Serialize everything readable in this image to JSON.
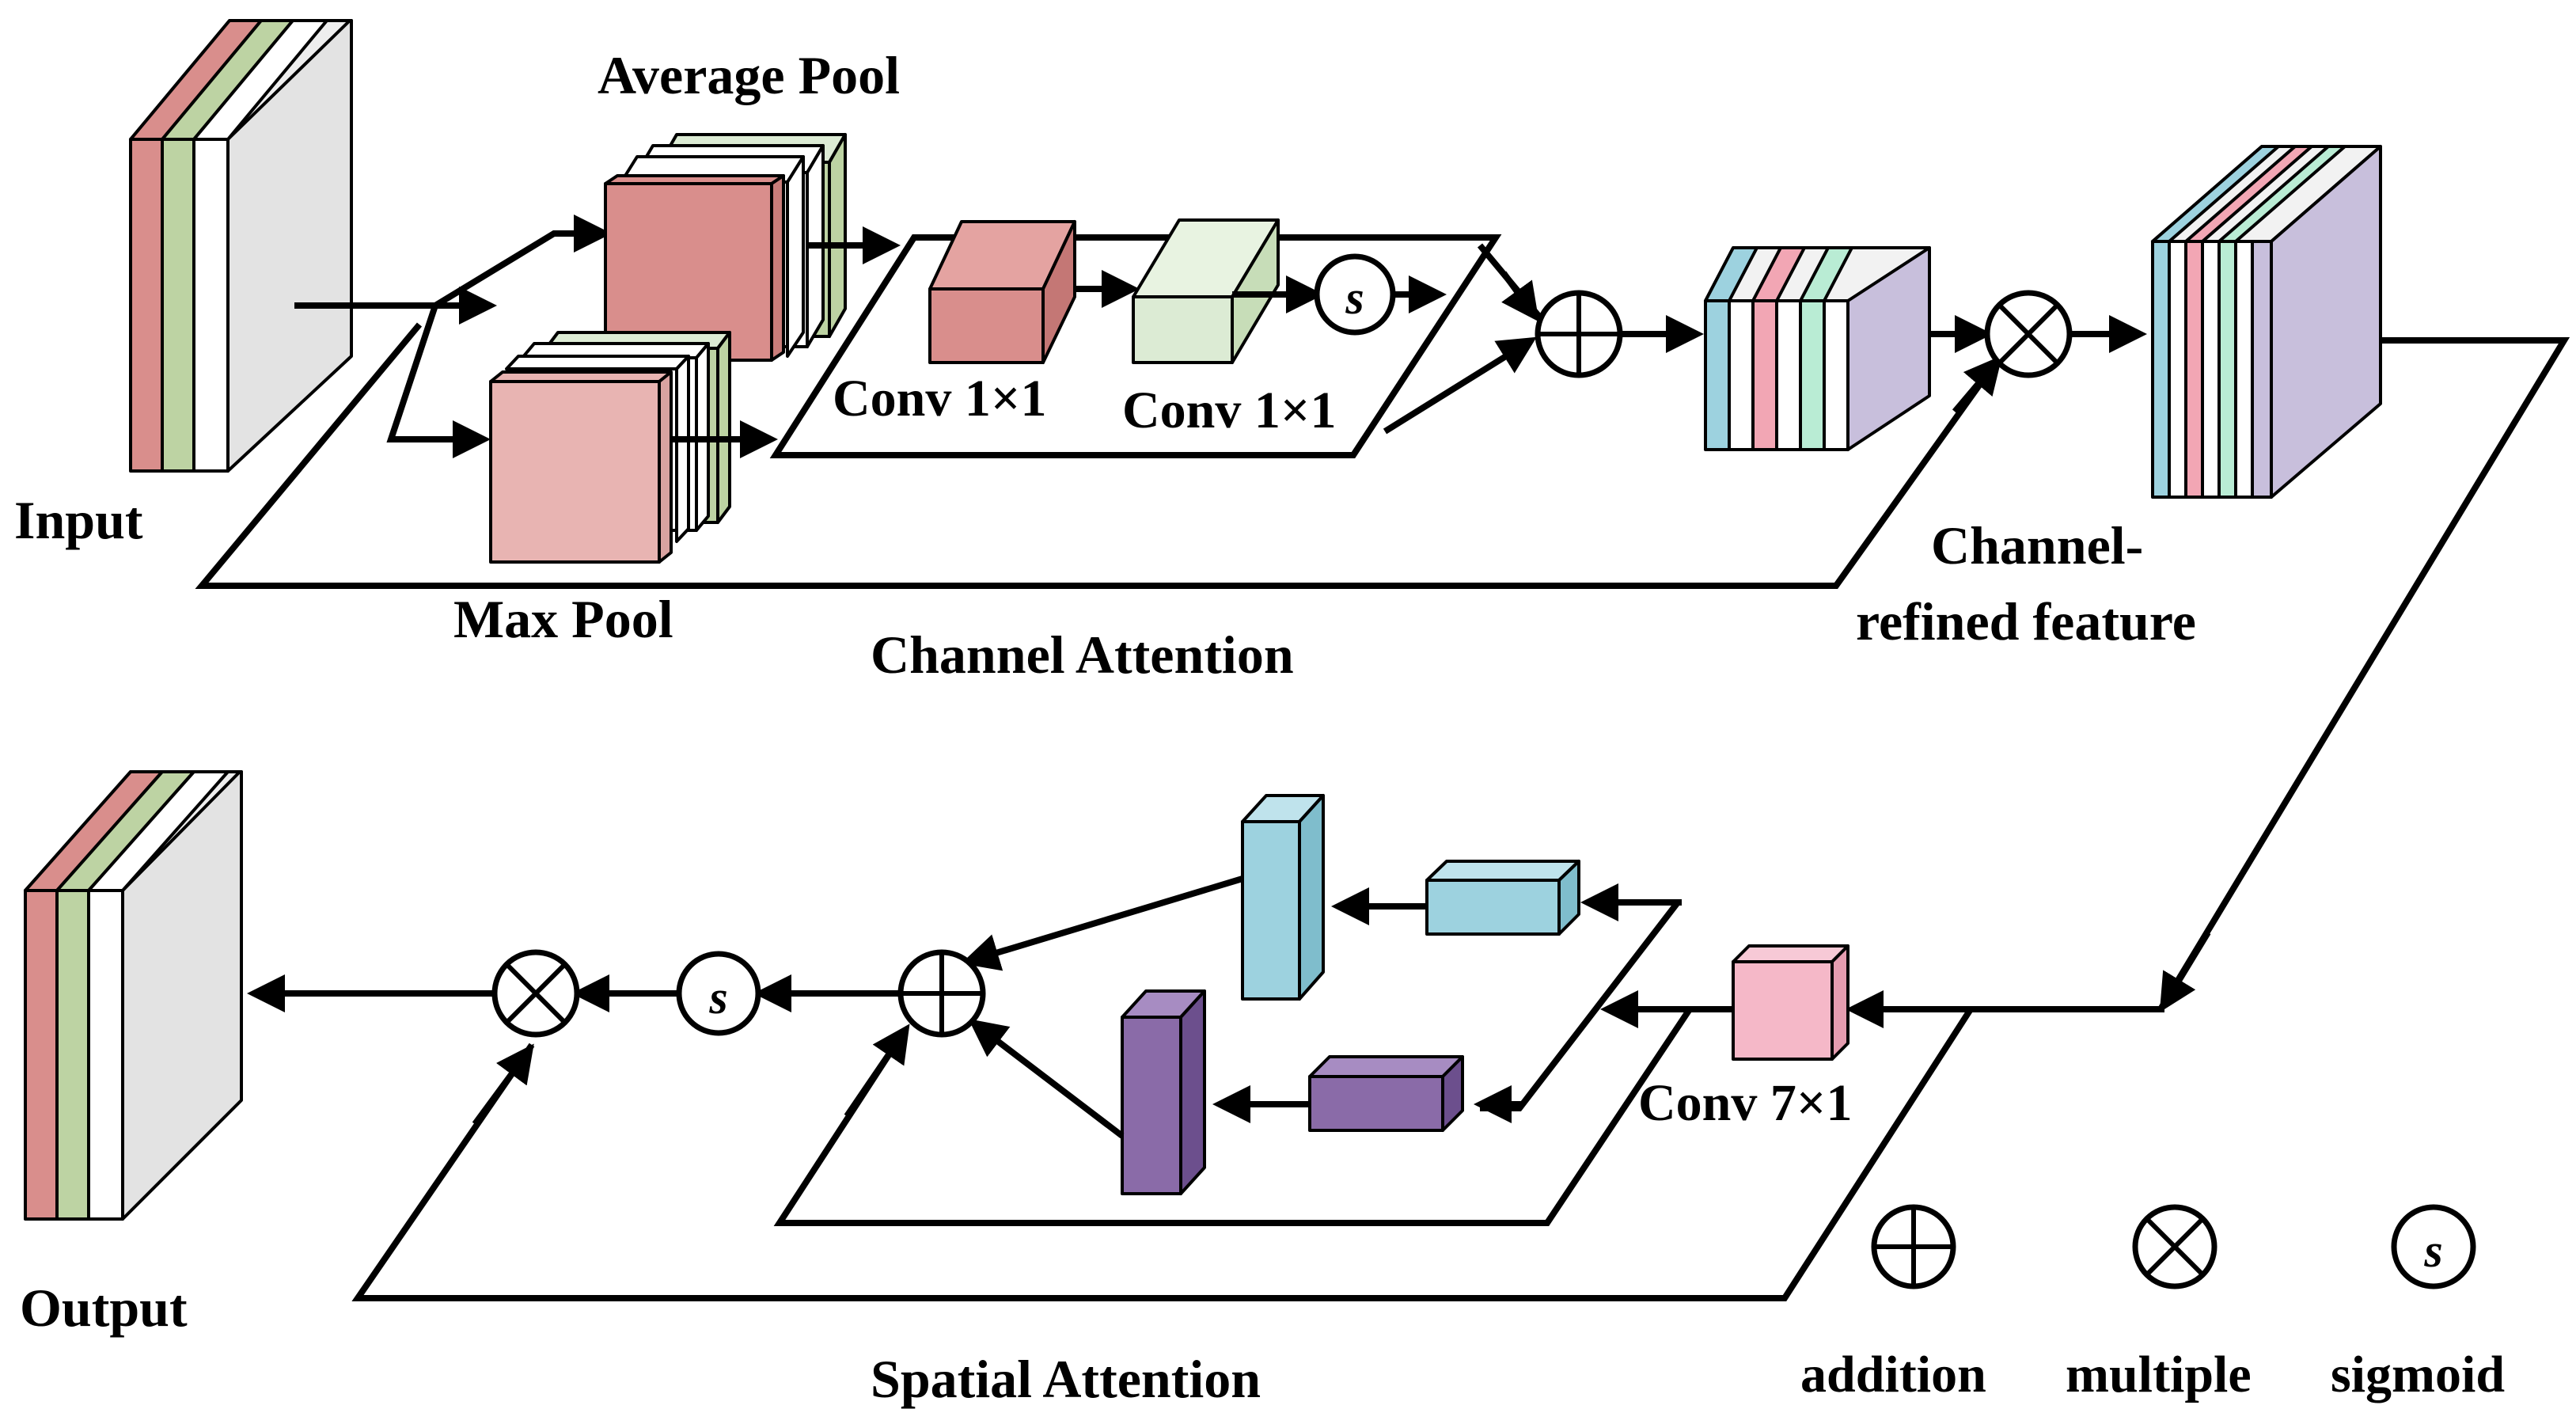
{
  "labels": {
    "input": "Input",
    "average_pool": "Average Pool",
    "max_pool": "Max Pool",
    "conv_1": "Conv 1×1",
    "conv_2": "Conv 1×1",
    "channel_attention": "Channel Attention",
    "channel_refined_line1": "Channel-",
    "channel_refined_line2": "refined feature",
    "conv_7": "Conv 7×1",
    "spatial_attention": "Spatial Attention",
    "output": "Output"
  },
  "legend": {
    "addition": "addition",
    "multiple": "multiple",
    "sigmoid": "sigmoid",
    "sigmoid_symbol": "s"
  },
  "colors": {
    "red": "#d98e8c",
    "pink": "#e8b4b2",
    "light_pink": "#f5b8c8",
    "green": "#bdd3a3",
    "light_green": "#dcebd4",
    "grey_face": "#e3e3e3",
    "cyan": "#9dd2df",
    "purple": "#8a6ba8",
    "lavender": "#c8bfdc",
    "mint": "#b9ecd4"
  }
}
